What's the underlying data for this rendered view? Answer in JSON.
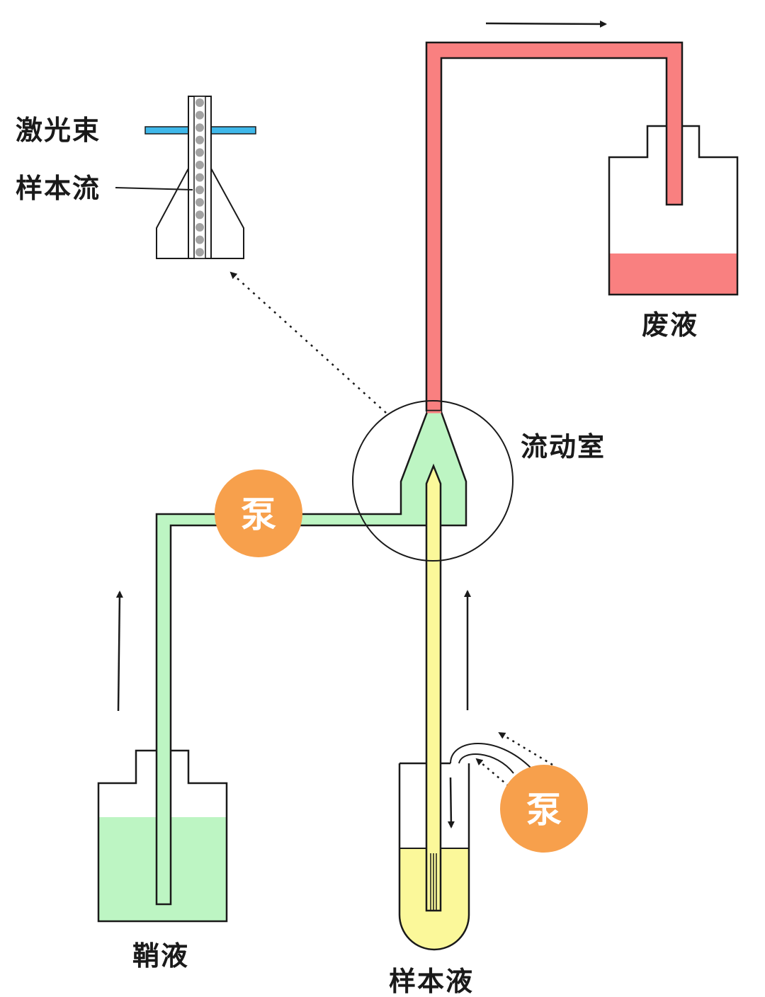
{
  "labels": {
    "laser_beam": "激光束",
    "sample_stream": "样本流",
    "waste": "废液",
    "flow_chamber": "流动室",
    "sheath": "鞘液",
    "sample": "样本液",
    "pump_top": "泵",
    "pump_bottom": "泵"
  },
  "colors": {
    "waste_red": "#f98080",
    "sheath_green": "#bdf5c3",
    "sample_yellow": "#fbf89a",
    "pump_orange": "#f7a04c",
    "laser_blue": "#3fb8ea",
    "cell_gray": "#a3a3a3",
    "line": "#1a1a1a"
  }
}
